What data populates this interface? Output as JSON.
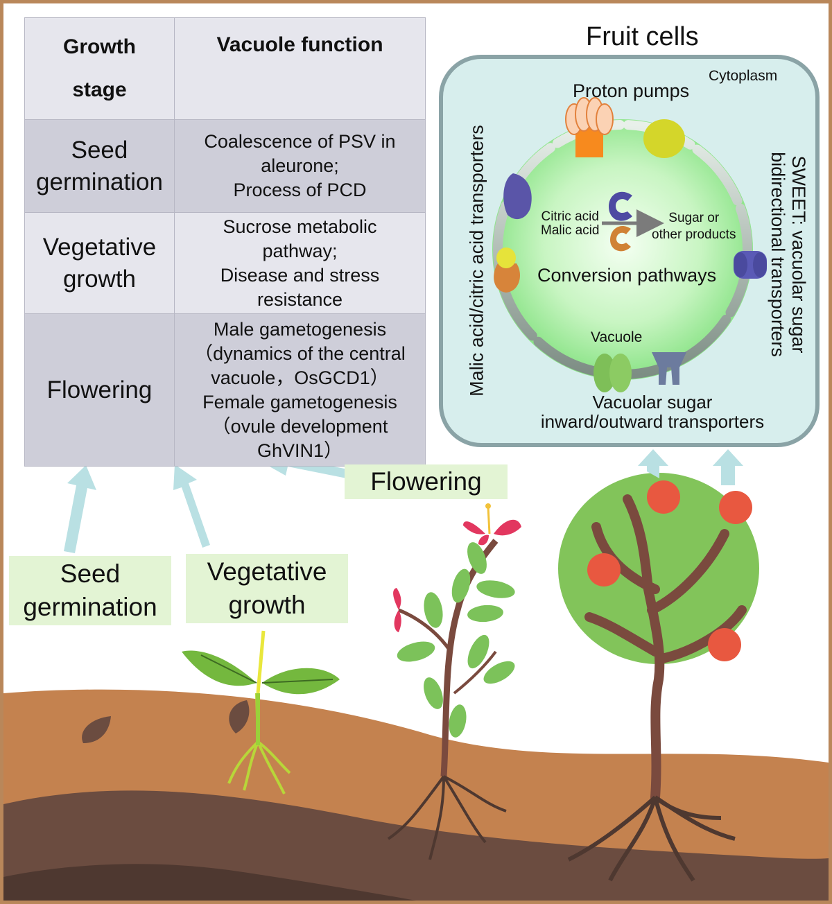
{
  "table": {
    "headers": [
      "Growth stage",
      "Vacuole function"
    ],
    "header_stage_lines": [
      "Growth",
      "stage"
    ],
    "rows": [
      {
        "stage_lines": [
          "Seed",
          "germination"
        ],
        "function_lines": [
          "Coalescence of PSV in",
          "aleurone;",
          "Process of PCD"
        ]
      },
      {
        "stage_lines": [
          "Vegetative",
          "growth"
        ],
        "function_lines": [
          "Sucrose  metabolic",
          "pathway;",
          "Disease and stress",
          "resistance"
        ]
      },
      {
        "stage_lines": [
          "Flowering"
        ],
        "function_lines": [
          "Male gametogenesis",
          "（dynamics of the central",
          "vacuole，OsGCD1）",
          "Female gametogenesis",
          "（ovule development",
          "GhVIN1）"
        ]
      }
    ]
  },
  "fruit_cells": {
    "title": "Fruit cells",
    "cytoplasm": "Cytoplasm",
    "proton_pumps": "Proton pumps",
    "left_transporters": "Malic acid/citric acid transporters",
    "right_transporters_lines": [
      "SWEET: vacuolar sugar",
      "bidirectional transporters"
    ],
    "citric_acid": "Citric acid",
    "malic_acid": "Malic acid",
    "products_lines": [
      "Sugar or",
      "other products"
    ],
    "conversion": "Conversion pathways",
    "vacuole": "Vacuole",
    "sugar_transporters_lines": [
      "Vacuolar sugar",
      "inward/outward transporters"
    ]
  },
  "stage_boxes": {
    "flowering": "Flowering",
    "seed_lines": [
      "Seed",
      "germination"
    ],
    "vegetative_lines": [
      "Vegetative",
      "growth"
    ]
  },
  "colors": {
    "frame": "#b9875a",
    "table_light": "#e6e6ed",
    "table_dark": "#ceced9",
    "label_box": "#e3f4d4",
    "arrow": "#b9e0e3",
    "cell_border": "#8aa3a6",
    "vacuole_fill": "#ccf7c8",
    "soil_top": "#c4824f",
    "soil_dark": "#6b4c40",
    "tree_canopy": "#82c45a",
    "fruit": "#e85840",
    "trunk": "#7a4a3e"
  }
}
